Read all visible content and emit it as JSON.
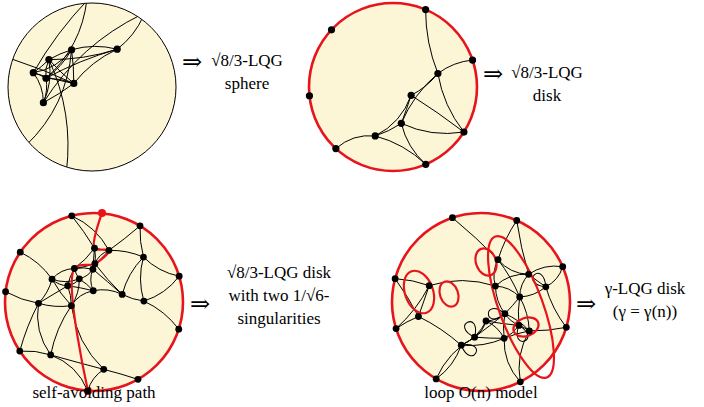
{
  "diagram": {
    "labels": [
      "⇒",
      "√8/3-LQG sphere",
      "⇒",
      "√8/3-LQG disk",
      "⇒",
      "√8/3-LQG disk with two 1/√6-singularities",
      "self-avoiding path",
      "⇒",
      "γ-LQG disk (γ = γ(n))",
      "loop O(n) model"
    ]
  }
}
